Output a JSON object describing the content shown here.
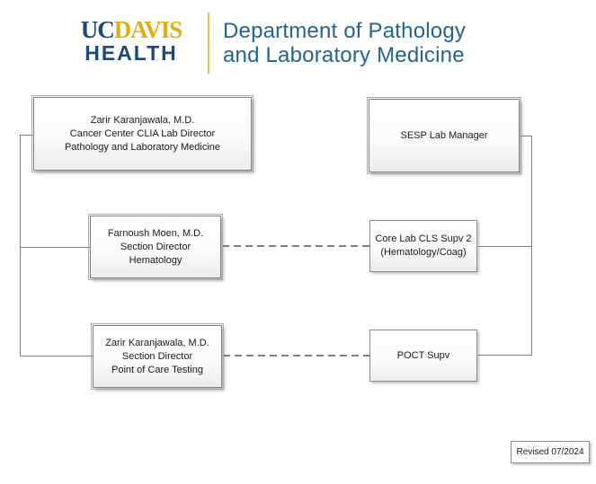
{
  "header": {
    "logo": {
      "uc": "UC",
      "davis": "DAVIS",
      "health": "HEALTH"
    },
    "department_title": {
      "line1": "Department of Pathology",
      "line2": "and Laboratory Medicine"
    }
  },
  "colors": {
    "logo_blue": "#1d4976",
    "logo_gold": "#dfaf14",
    "divider_gold": "#e8c266",
    "title_blue": "#25648f",
    "connector_gray": "#7f7f7f",
    "box_border_gray": "#8c8c8c"
  },
  "nodes": {
    "clia_director": {
      "lines": [
        "Zarir Karanjawala, M.D.",
        "Cancer Center CLIA Lab Director",
        "Pathology and Laboratory Medicine"
      ]
    },
    "sesp_manager": {
      "lines": [
        "SESP Lab Manager"
      ]
    },
    "hematology_director": {
      "lines": [
        "Farnoush Moen, M.D.",
        "Section Director",
        "Hematology"
      ]
    },
    "core_lab_supv": {
      "lines": [
        "Core Lab CLS Supv 2",
        "(Hematology/Coag)"
      ]
    },
    "poct_director": {
      "lines": [
        "Zarir Karanjawala, M.D.",
        "Section Director",
        "Point of Care Testing"
      ]
    },
    "poct_supv": {
      "lines": [
        "POCT Supv"
      ]
    }
  },
  "footer": {
    "revised": "Revised 07/2024"
  }
}
